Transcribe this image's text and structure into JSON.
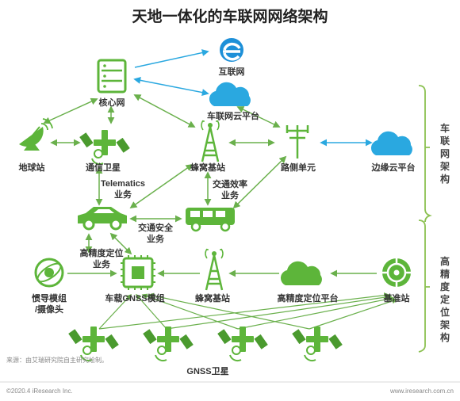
{
  "title": "天地一体化的车联网网络架构",
  "nodes": {
    "core_network": "核心网",
    "internet": "互联网",
    "telematics_cloud": "车联网云平台",
    "earth_station": "地球站",
    "comm_satellite": "通信卫星",
    "cell_tower_top": "蜂窝基站",
    "roadside_unit": "路侧单元",
    "edge_cloud": "边缘云平台",
    "telematics_service_line1": "Telematics",
    "telematics_service_line2": "业务",
    "traffic_efficiency_line1": "交通效率",
    "traffic_efficiency_line2": "业务",
    "traffic_safety_line1": "交通安全",
    "traffic_safety_line2": "业务",
    "hd_positioning_service_line1": "高精度定位",
    "hd_positioning_service_line2": "业务",
    "inertial_module_line1": "惯导模组",
    "inertial_module_line2": "/摄像头",
    "gnss_module": "车载GNSS模组",
    "cell_tower_bottom": "蜂窝基站",
    "hd_positioning_platform": "高精度定位平台",
    "base_station": "基准站",
    "gnss_satellites": "GNSS卫星"
  },
  "side_labels": {
    "telematics_arch": [
      "车",
      "联",
      "网",
      "架",
      "构"
    ],
    "hd_positioning_arch": [
      "高",
      "精",
      "度",
      "定",
      "位",
      "架",
      "构"
    ]
  },
  "footer": {
    "source": "来源：由艾瑞研究院自主研究绘制。",
    "copyright": "©2020.4 iResearch Inc.",
    "website": "www.iresearch.com.cn"
  },
  "colors": {
    "green": "#5db53a",
    "blue": "#2aa8e0",
    "arrow_green": "#6ab04c",
    "arrow_blue": "#2aa8e0",
    "bracket": "#8cc152"
  }
}
